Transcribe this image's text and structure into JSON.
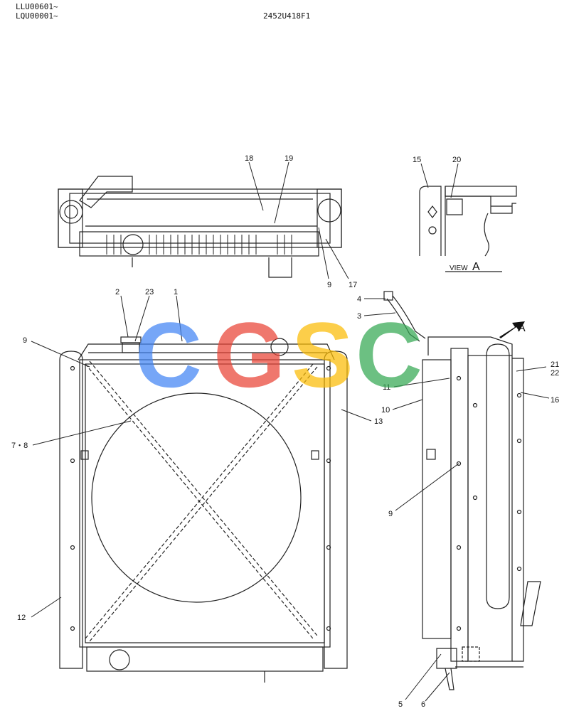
{
  "header": {
    "serial_1": "LLU00601~",
    "serial_2": "LQU00001~",
    "drawing_number": "2452U418F1"
  },
  "view_a": {
    "label": "VIEW",
    "letter": "A",
    "arrow_letter": "A"
  },
  "watermark": {
    "letters": [
      "C",
      "G",
      "S",
      "C"
    ],
    "colors": [
      "#4285F4",
      "#EA4335",
      "#FBBC05",
      "#34A853"
    ]
  },
  "callouts": [
    {
      "id": "c18",
      "text": "18"
    },
    {
      "id": "c19",
      "text": "19"
    },
    {
      "id": "c15",
      "text": "15"
    },
    {
      "id": "c20",
      "text": "20"
    },
    {
      "id": "c9a",
      "text": "9"
    },
    {
      "id": "c17",
      "text": "17"
    },
    {
      "id": "c2",
      "text": "2"
    },
    {
      "id": "c23",
      "text": "23"
    },
    {
      "id": "c1",
      "text": "1"
    },
    {
      "id": "c4",
      "text": "4"
    },
    {
      "id": "c3",
      "text": "3"
    },
    {
      "id": "c9b",
      "text": "9"
    },
    {
      "id": "c78",
      "text": "7・8"
    },
    {
      "id": "c13",
      "text": "13"
    },
    {
      "id": "c11",
      "text": "11"
    },
    {
      "id": "c10",
      "text": "10"
    },
    {
      "id": "c21",
      "text": "21"
    },
    {
      "id": "c22",
      "text": "22"
    },
    {
      "id": "c16",
      "text": "16"
    },
    {
      "id": "c9c",
      "text": "9"
    },
    {
      "id": "c12",
      "text": "12"
    },
    {
      "id": "c5",
      "text": "5"
    },
    {
      "id": "c6",
      "text": "6"
    }
  ]
}
